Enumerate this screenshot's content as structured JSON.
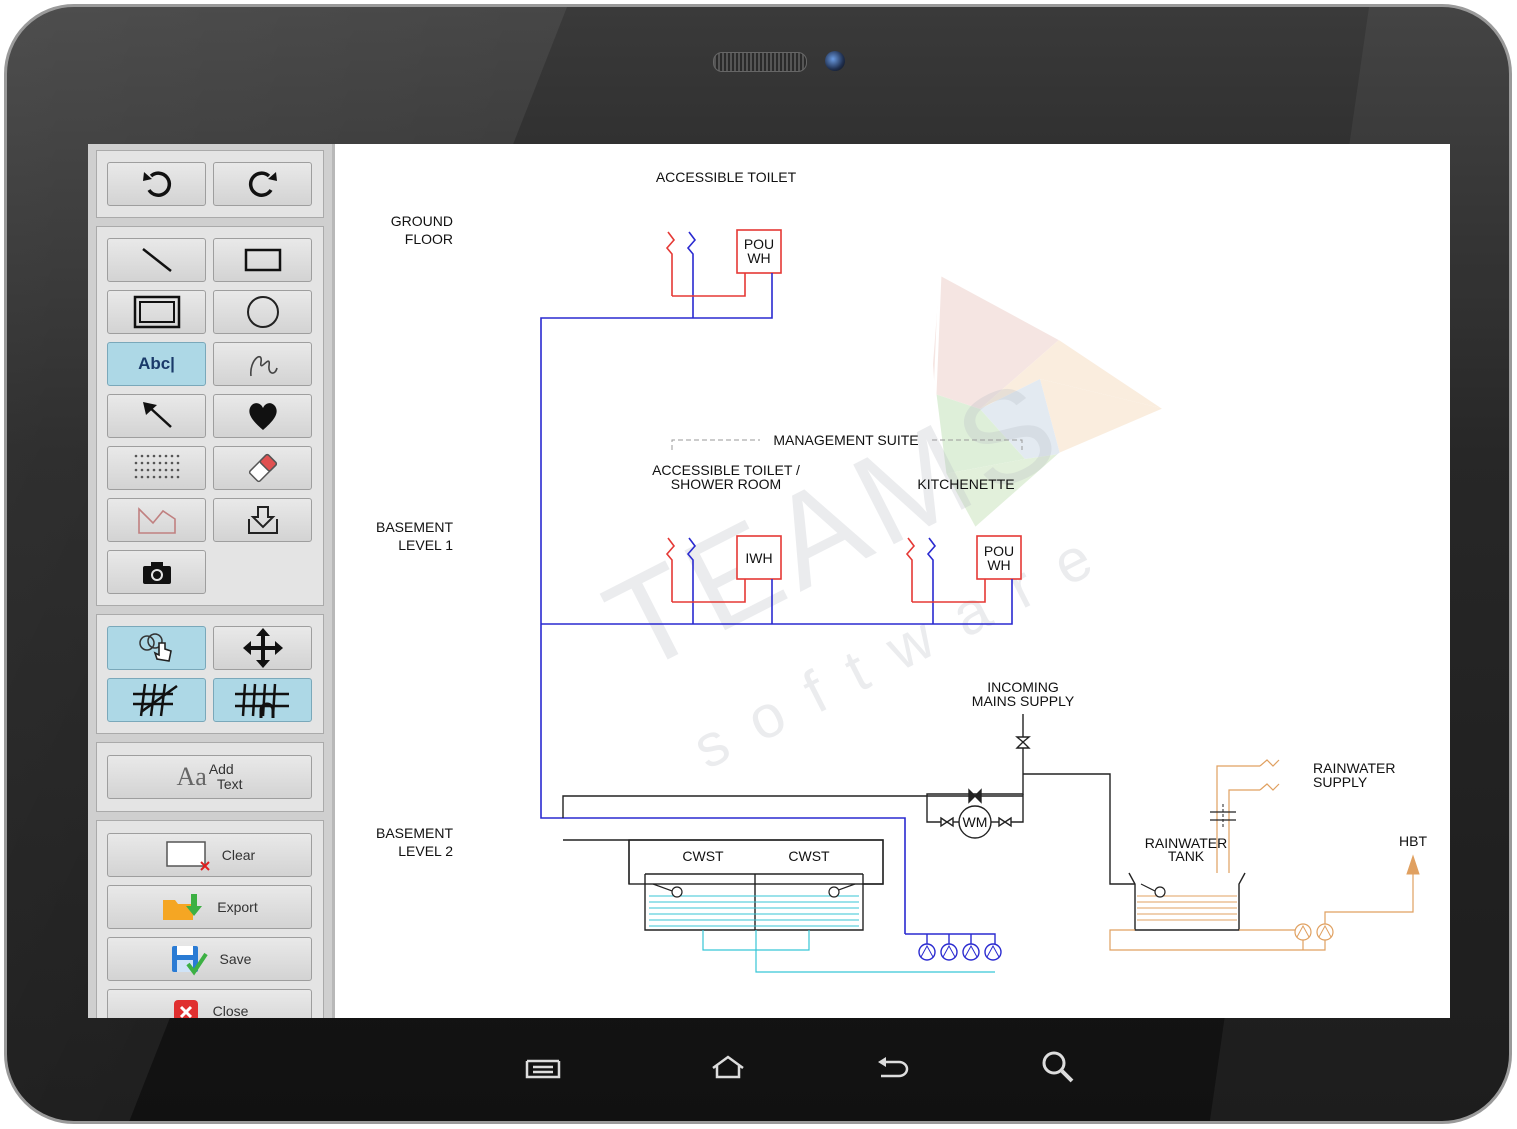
{
  "toolbar": {
    "add_text_aa": "Aa",
    "add_text_top": "Add",
    "add_text_bottom": "Text",
    "clear_label": "Clear",
    "export_label": "Export",
    "save_label": "Save",
    "close_label": "Close",
    "abc_label": "Abc|"
  },
  "drawing": {
    "ground_floor": [
      "GROUND",
      "FLOOR"
    ],
    "basement_level_1": [
      "BASEMENT",
      "LEVEL 1"
    ],
    "basement_level_2": [
      "BASEMENT",
      "LEVEL 2"
    ],
    "accessible_toilet": "ACCESSIBLE TOILET",
    "management_suite": "MANAGEMENT SUITE",
    "accessible_toilet_shower": [
      "ACCESSIBLE TOILET /",
      "SHOWER ROOM"
    ],
    "kitchenette": "KITCHENETTE",
    "pou_wh": [
      "POU",
      "WH"
    ],
    "iwh": "IWH",
    "incoming_mains": [
      "INCOMING",
      "MAINS SUPPLY"
    ],
    "rainwater_supply": [
      "RAINWATER",
      "SUPPLY"
    ],
    "rainwater_tank": [
      "RAINWATER",
      "TANK"
    ],
    "hbt": "HBT",
    "cwst": "CWST",
    "wm": "WM",
    "watermark_main": "TEAMS",
    "watermark_sub": "software"
  },
  "colors": {
    "hot": "#e53935",
    "cold": "#2a2ad0",
    "mains": "#222222",
    "tank_water": "#37c6d6",
    "rainwater": "#e0a060"
  }
}
